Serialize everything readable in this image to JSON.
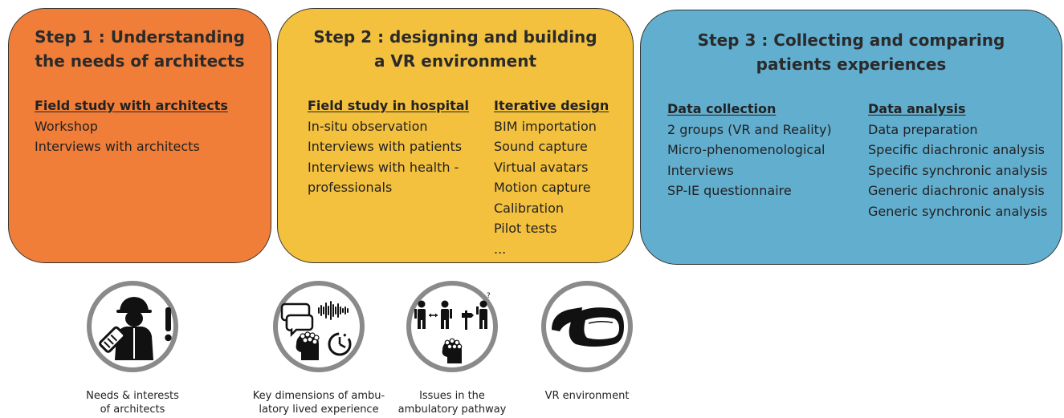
{
  "steps": [
    {
      "title_line1": "Step 1 : Understanding",
      "title_line2": "the needs of architects",
      "columns": [
        {
          "heading": "Field study with architects",
          "items": [
            "Workshop",
            "Interviews with architects"
          ]
        }
      ]
    },
    {
      "title_line1": "Step 2 : designing and building",
      "title_line2": "a VR environment",
      "columns": [
        {
          "heading": "Field study in hospital",
          "items": [
            "In-situ observation",
            "Interviews with patients",
            "Interviews with health -",
            "professionals"
          ]
        },
        {
          "heading": "Iterative design",
          "items": [
            "BIM importation",
            "Sound capture",
            "Virtual avatars",
            "Motion capture",
            "Calibration",
            "Pilot tests",
            "..."
          ]
        }
      ]
    },
    {
      "title_line1": "Step 3 : Collecting and comparing",
      "title_line2": "patients experiences",
      "columns": [
        {
          "heading": "Data collection",
          "items": [
            "2 groups (VR and Reality)",
            "Micro-phenomenological",
            "Interviews",
            "SP-IE questionnaire"
          ]
        },
        {
          "heading": "Data analysis",
          "items": [
            "Data preparation",
            "Specific diachronic analysis",
            "Specific synchronic analysis",
            "Generic diachronic analysis",
            "Generic synchronic analysis"
          ]
        }
      ]
    }
  ],
  "icons": [
    {
      "name": "architect-icon",
      "caption_line1": "Needs & interests",
      "caption_line2": "of architects"
    },
    {
      "name": "lived-experience-icon",
      "caption_line1": "Key dimensions of ambu-",
      "caption_line2": "latory lived experience"
    },
    {
      "name": "ambulatory-pathway-icon",
      "caption_line1": "Issues in the",
      "caption_line2": "ambulatory pathway"
    },
    {
      "name": "vr-headset-icon",
      "caption_line1": "VR  environment",
      "caption_line2": ""
    }
  ],
  "colors": {
    "step1": "#f07e38",
    "step2": "#f4c13e",
    "step3": "#62aecf"
  }
}
